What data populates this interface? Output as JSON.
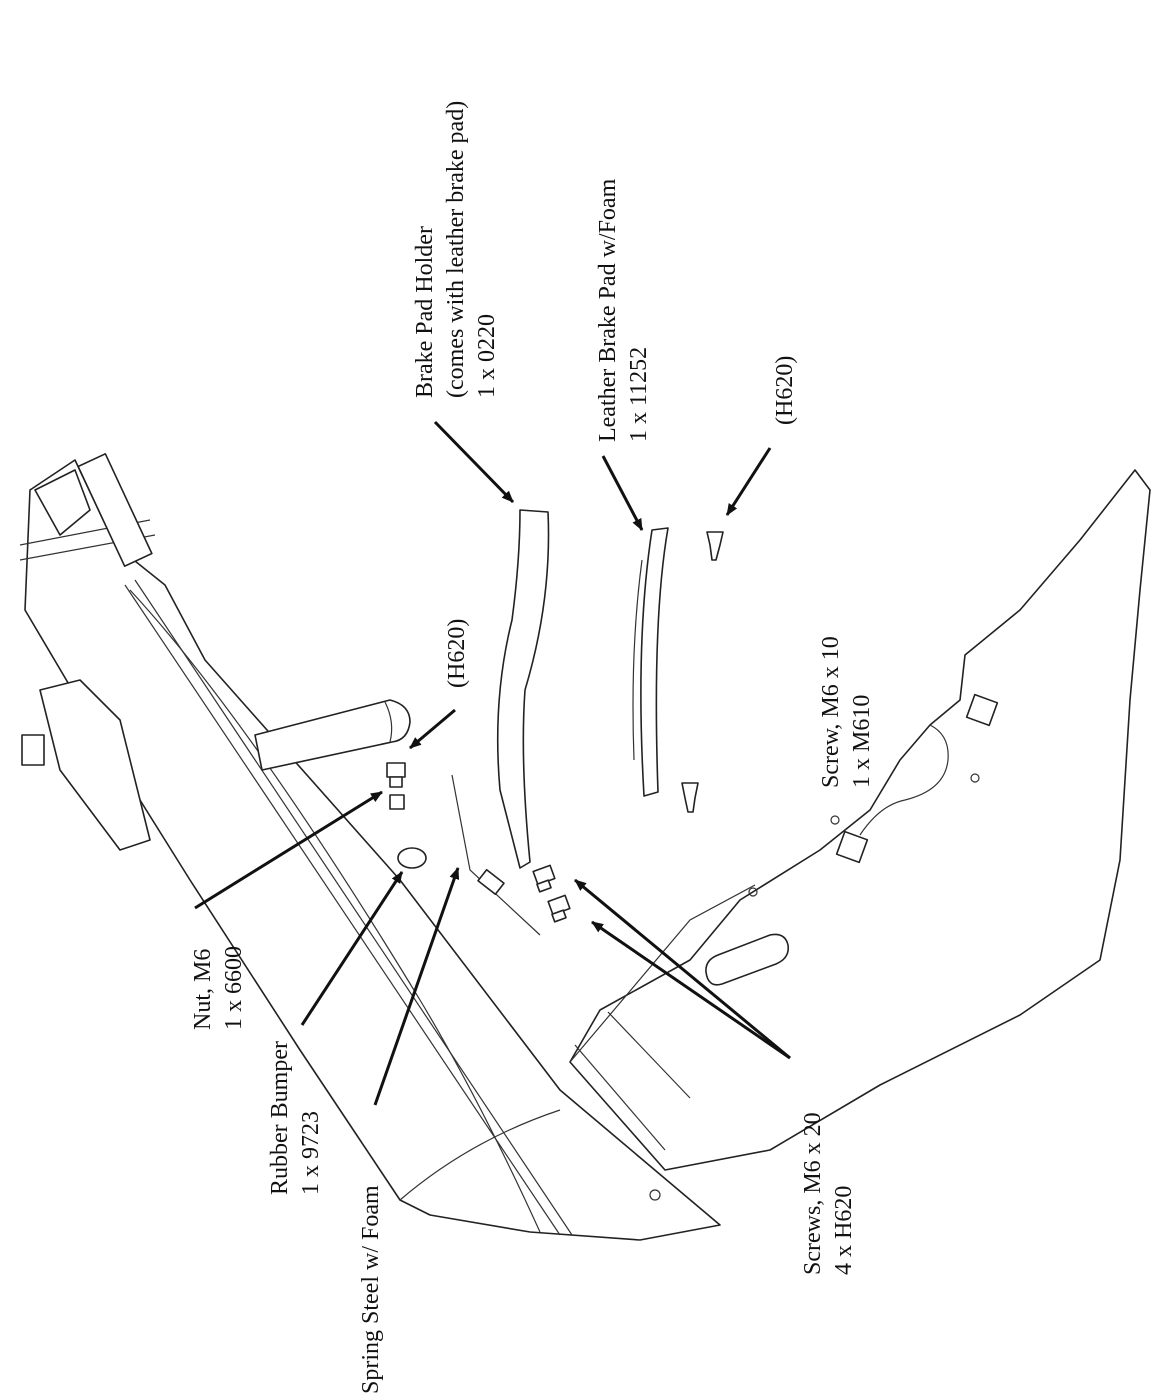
{
  "colors": {
    "line": "#222222",
    "text": "#111111",
    "background": "#ffffff"
  },
  "callouts": {
    "brake_pad_holder": {
      "line1": "Brake Pad Holder",
      "line2": "(comes with leather brake pad)",
      "line3": "1 x 0220"
    },
    "leather_brake_pad": {
      "line1": "Leather Brake Pad w/Foam",
      "line2": "1 x 11252"
    },
    "h620_top_right": {
      "line1": "(H620)"
    },
    "h620_left": {
      "line1": "(H620)"
    },
    "screw_m6x10": {
      "line1": "Screw, M6 x 10",
      "line2": "1 x M610"
    },
    "nut_m6": {
      "line1": "Nut, M6",
      "line2": "1 x 6600"
    },
    "rubber_bumper": {
      "line1": "Rubber Bumper",
      "line2": "1 x 9723"
    },
    "spring_steel": {
      "line1": "Spring Steel w/ Foam"
    },
    "screws_m6x20": {
      "line1": "Screws, M6 x 20",
      "line2": "4 x H620"
    }
  }
}
